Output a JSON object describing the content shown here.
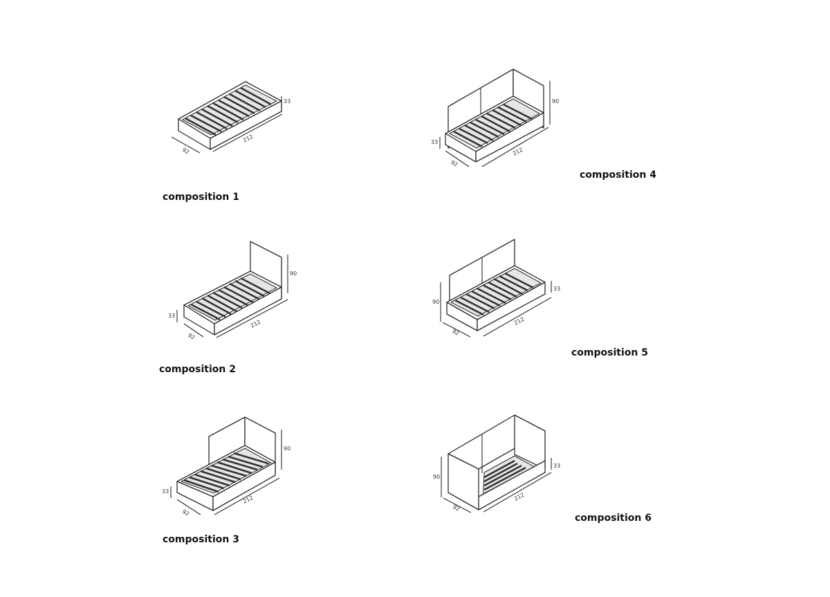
{
  "compositions": [
    {
      "caption": "composition 1",
      "dims": {
        "width": "92",
        "length": "212",
        "height": "33"
      }
    },
    {
      "caption": "composition 2",
      "dims": {
        "width": "92",
        "length": "212",
        "low": "33",
        "high": "90"
      }
    },
    {
      "caption": "composition 3",
      "dims": {
        "width": "92",
        "length": "212",
        "low": "33",
        "high": "90"
      }
    },
    {
      "caption": "composition 4",
      "dims": {
        "width": "92",
        "length": "212",
        "low": "33",
        "high": "90"
      }
    },
    {
      "caption": "composition 5",
      "dims": {
        "width": "92",
        "length": "212",
        "low": "33",
        "high": "90"
      }
    },
    {
      "caption": "composition 6",
      "dims": {
        "width": "92",
        "length": "212",
        "low": "33",
        "high": "90"
      }
    }
  ]
}
